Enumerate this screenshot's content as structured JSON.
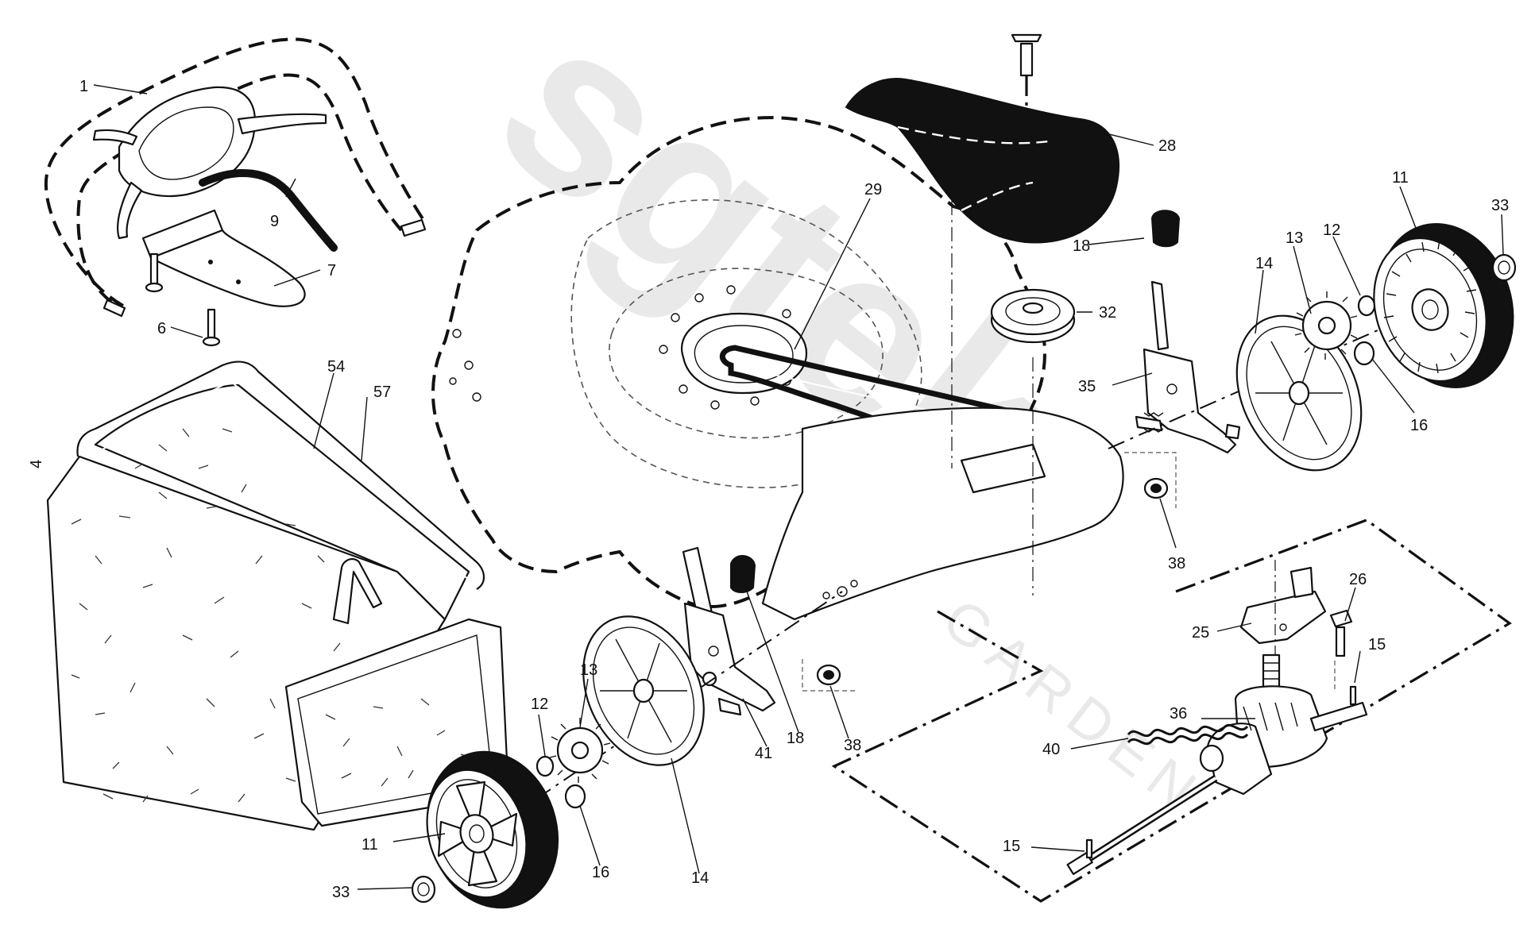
{
  "watermark": {
    "brand": "sgtek",
    "sub": "GARDEN"
  },
  "callouts": [
    {
      "id": "c1",
      "text": "1"
    },
    {
      "id": "c9",
      "text": "9"
    },
    {
      "id": "c7",
      "text": "7"
    },
    {
      "id": "c6",
      "text": "6"
    },
    {
      "id": "c4",
      "text": "4"
    },
    {
      "id": "c54",
      "text": "54"
    },
    {
      "id": "c57",
      "text": "57"
    },
    {
      "id": "c29",
      "text": "29"
    },
    {
      "id": "c28",
      "text": "28"
    },
    {
      "id": "c18a",
      "text": "18"
    },
    {
      "id": "c32",
      "text": "32"
    },
    {
      "id": "c35",
      "text": "35"
    },
    {
      "id": "c14a",
      "text": "14"
    },
    {
      "id": "c13a",
      "text": "13"
    },
    {
      "id": "c12a",
      "text": "12"
    },
    {
      "id": "c11a",
      "text": "11"
    },
    {
      "id": "c33a",
      "text": "33"
    },
    {
      "id": "c16a",
      "text": "16"
    },
    {
      "id": "c38a",
      "text": "38"
    },
    {
      "id": "c26",
      "text": "26"
    },
    {
      "id": "c25",
      "text": "25"
    },
    {
      "id": "c15a",
      "text": "15"
    },
    {
      "id": "c36",
      "text": "36"
    },
    {
      "id": "c40",
      "text": "40"
    },
    {
      "id": "c15b",
      "text": "15"
    },
    {
      "id": "c12b",
      "text": "12"
    },
    {
      "id": "c13b",
      "text": "13"
    },
    {
      "id": "c18b",
      "text": "18"
    },
    {
      "id": "c38b",
      "text": "38"
    },
    {
      "id": "c41",
      "text": "41"
    },
    {
      "id": "c11b",
      "text": "11"
    },
    {
      "id": "c16b",
      "text": "16"
    },
    {
      "id": "c14b",
      "text": "14"
    },
    {
      "id": "c33b",
      "text": "33"
    }
  ]
}
